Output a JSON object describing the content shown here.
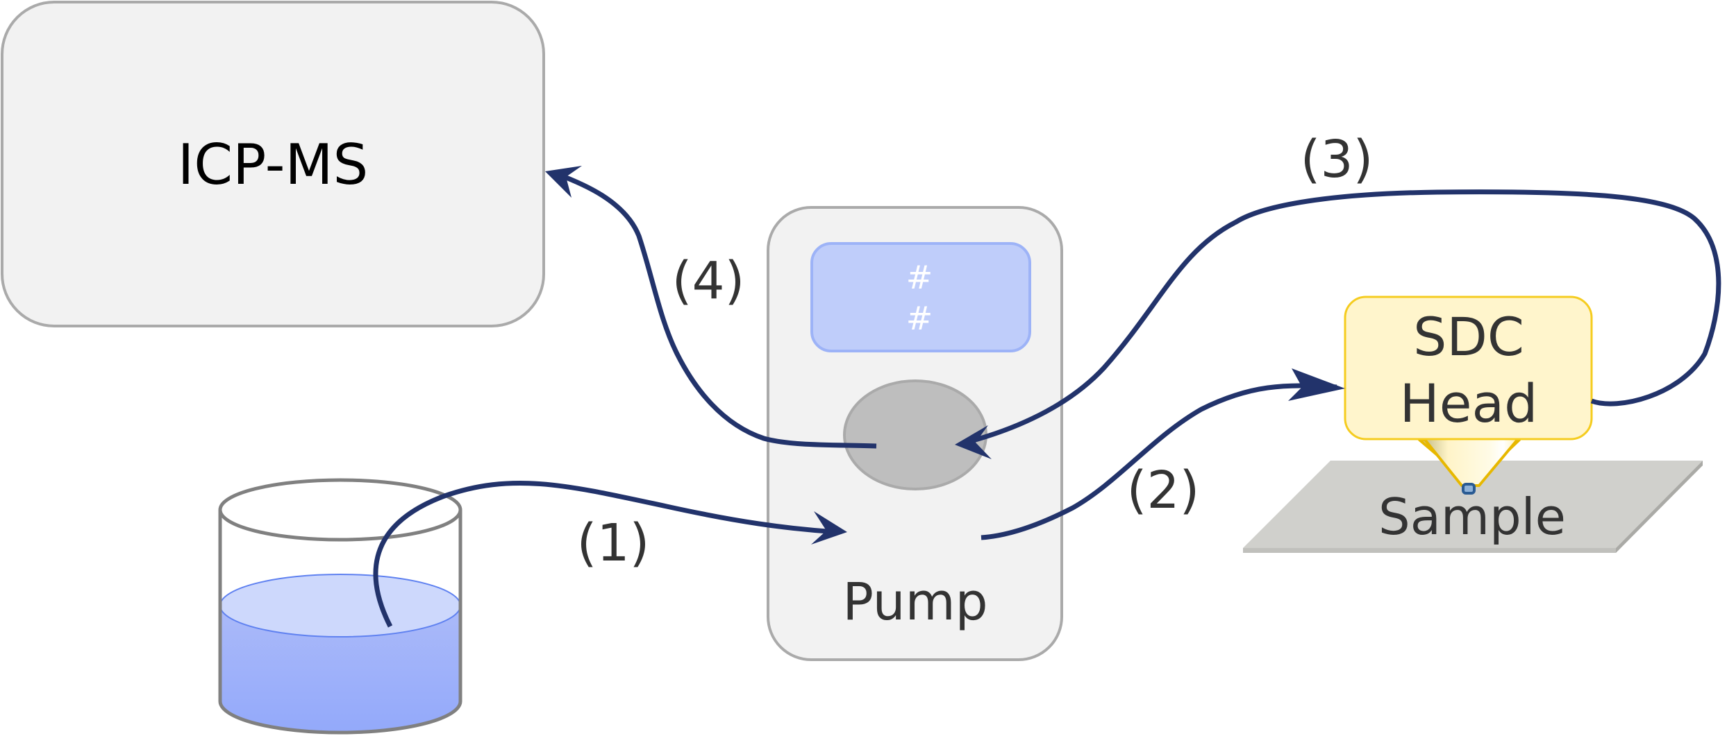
{
  "diagram": {
    "icpms": {
      "label": "ICP-MS"
    },
    "pump": {
      "label": "Pump",
      "display_lines": [
        "#",
        "#"
      ]
    },
    "sdc_head": {
      "line1": "SDC",
      "line2": "Head"
    },
    "sample": {
      "label": "Sample"
    },
    "reservoir": {
      "label": ""
    },
    "flows": [
      {
        "id": "1",
        "label": "(1)",
        "from": "reservoir",
        "to": "pump"
      },
      {
        "id": "2",
        "label": "(2)",
        "from": "pump",
        "to": "sdc_head"
      },
      {
        "id": "3",
        "label": "(3)",
        "from": "sdc_head",
        "to": "pump"
      },
      {
        "id": "4",
        "label": "(4)",
        "from": "pump",
        "to": "icpms"
      }
    ]
  },
  "colors": {
    "tube": "#22336b",
    "box_fill": "#f2f2f2",
    "box_stroke": "#aaaaaa",
    "display_fill": "#bfcdfa",
    "display_stroke": "#9db3f7",
    "rotor_fill": "#bebebe",
    "sdc_fill": "#fff5cc",
    "sdc_stroke": "#f5cc1f",
    "sample_fill": "#d0d0cc",
    "liquid_top": "#cdd8fc",
    "liquid_bottom": "#93a9fa"
  }
}
